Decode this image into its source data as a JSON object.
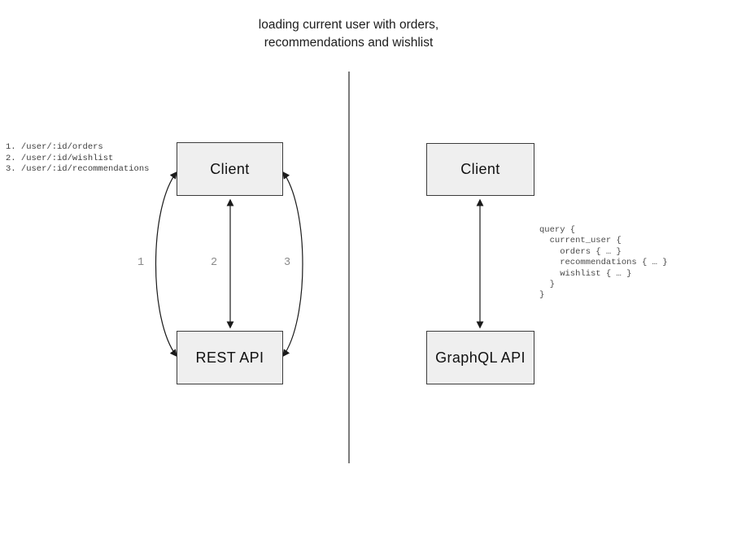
{
  "title": {
    "line1": "loading current user with orders,",
    "line2": "recommendations and wishlist"
  },
  "rest_panel": {
    "client_label": "Client",
    "api_label": "REST API",
    "endpoints": [
      "1. /user/:id/orders",
      "2. /user/:id/wishlist",
      "3. /user/:id/recommendations"
    ],
    "arrow_labels": [
      "1",
      "2",
      "3"
    ]
  },
  "graphql_panel": {
    "client_label": "Client",
    "api_label": "GraphQL API",
    "query_lines": [
      "query {",
      "  current_user {",
      "    orders { … }",
      "    recommendations { … }",
      "    wishlist { … }",
      "  }",
      "}"
    ]
  },
  "colors": {
    "box_fill": "#efefef",
    "box_border": "#3c3c3c",
    "arrow": "#1a1a1a",
    "label_gray": "#8a8a8a",
    "code_text": "#4a4a4a",
    "divider": "#5a5a5a"
  }
}
